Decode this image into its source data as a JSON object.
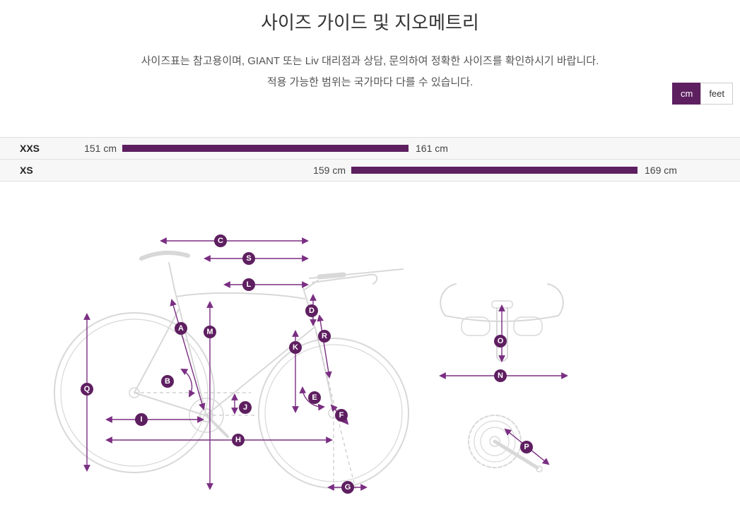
{
  "page": {
    "title": "사이즈 가이드 및 지오메트리",
    "subtitle1": "사이즈표는 참고용이며, GIANT 또는 Liv 대리점과 상담, 문의하여 정확한 사이즈를 확인하시기 바랍니다.",
    "subtitle2": "적용 가능한 범위는 국가마다 다를 수 있습니다."
  },
  "unit_toggle": {
    "options": [
      {
        "label": "cm",
        "active": true
      },
      {
        "label": "feet",
        "active": false
      }
    ]
  },
  "chart_data": {
    "type": "bar",
    "orientation": "horizontal-range",
    "unit": "cm",
    "categories": [
      "XXS",
      "XS"
    ],
    "rows": [
      {
        "size": "XXS",
        "min": 151,
        "max": 161,
        "min_label": "151 cm",
        "max_label": "161 cm"
      },
      {
        "size": "XS",
        "min": 159,
        "max": 169,
        "min_label": "159 cm",
        "max_label": "169 cm"
      }
    ]
  },
  "diagram": {
    "labels": [
      "A",
      "B",
      "C",
      "D",
      "E",
      "F",
      "G",
      "H",
      "I",
      "J",
      "K",
      "L",
      "M",
      "N",
      "O",
      "P",
      "Q",
      "R",
      "S"
    ]
  },
  "colors": {
    "accent": "#5e1f60",
    "arrow": "#7a2e82",
    "sketch": "#d8d8d8"
  }
}
